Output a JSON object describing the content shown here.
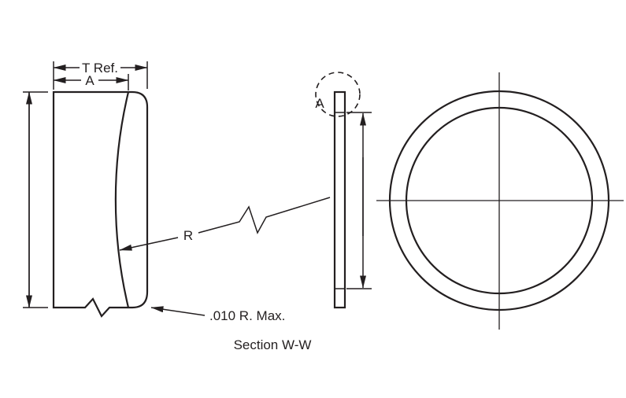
{
  "drawing": {
    "caption": "Section W-W",
    "labels": {
      "thickness_ref": "T Ref.",
      "dim_a": "A",
      "radius": "R",
      "corner_note": ".010 R. Max.",
      "detail_a": "A"
    },
    "colors": {
      "line": "#231f20",
      "background": "#ffffff"
    }
  }
}
